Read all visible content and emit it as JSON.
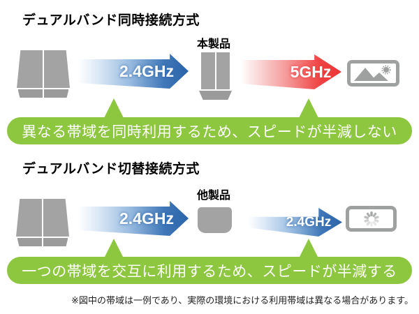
{
  "sections": [
    {
      "title": "デュアルバンド同時接続方式",
      "device_label": "本製品",
      "arrow1_label": "2.4GHz",
      "arrow2_label": "5GHz",
      "receiver_icon": "image-icon",
      "caption": "異なる帯域を同時利用するため、スピードが半減しない"
    },
    {
      "title": "デュアルバンド切替接続方式",
      "device_label": "他製品",
      "arrow1_label": "2.4GHz",
      "arrow2_label": "2.4GHz",
      "receiver_icon": "loading-spinner-icon",
      "caption": "一つの帯域を交互に利用するため、スピードが半減する"
    }
  ],
  "footnote": "※図中の帯域は一例であり、実際の環境における利用帯域は異なる場合があります。",
  "colors": {
    "accent_green": "#8dc63f",
    "arrow_blue": "#2b63a9",
    "arrow_red": "#ea3434",
    "device_gray": "#a3a3a4"
  }
}
